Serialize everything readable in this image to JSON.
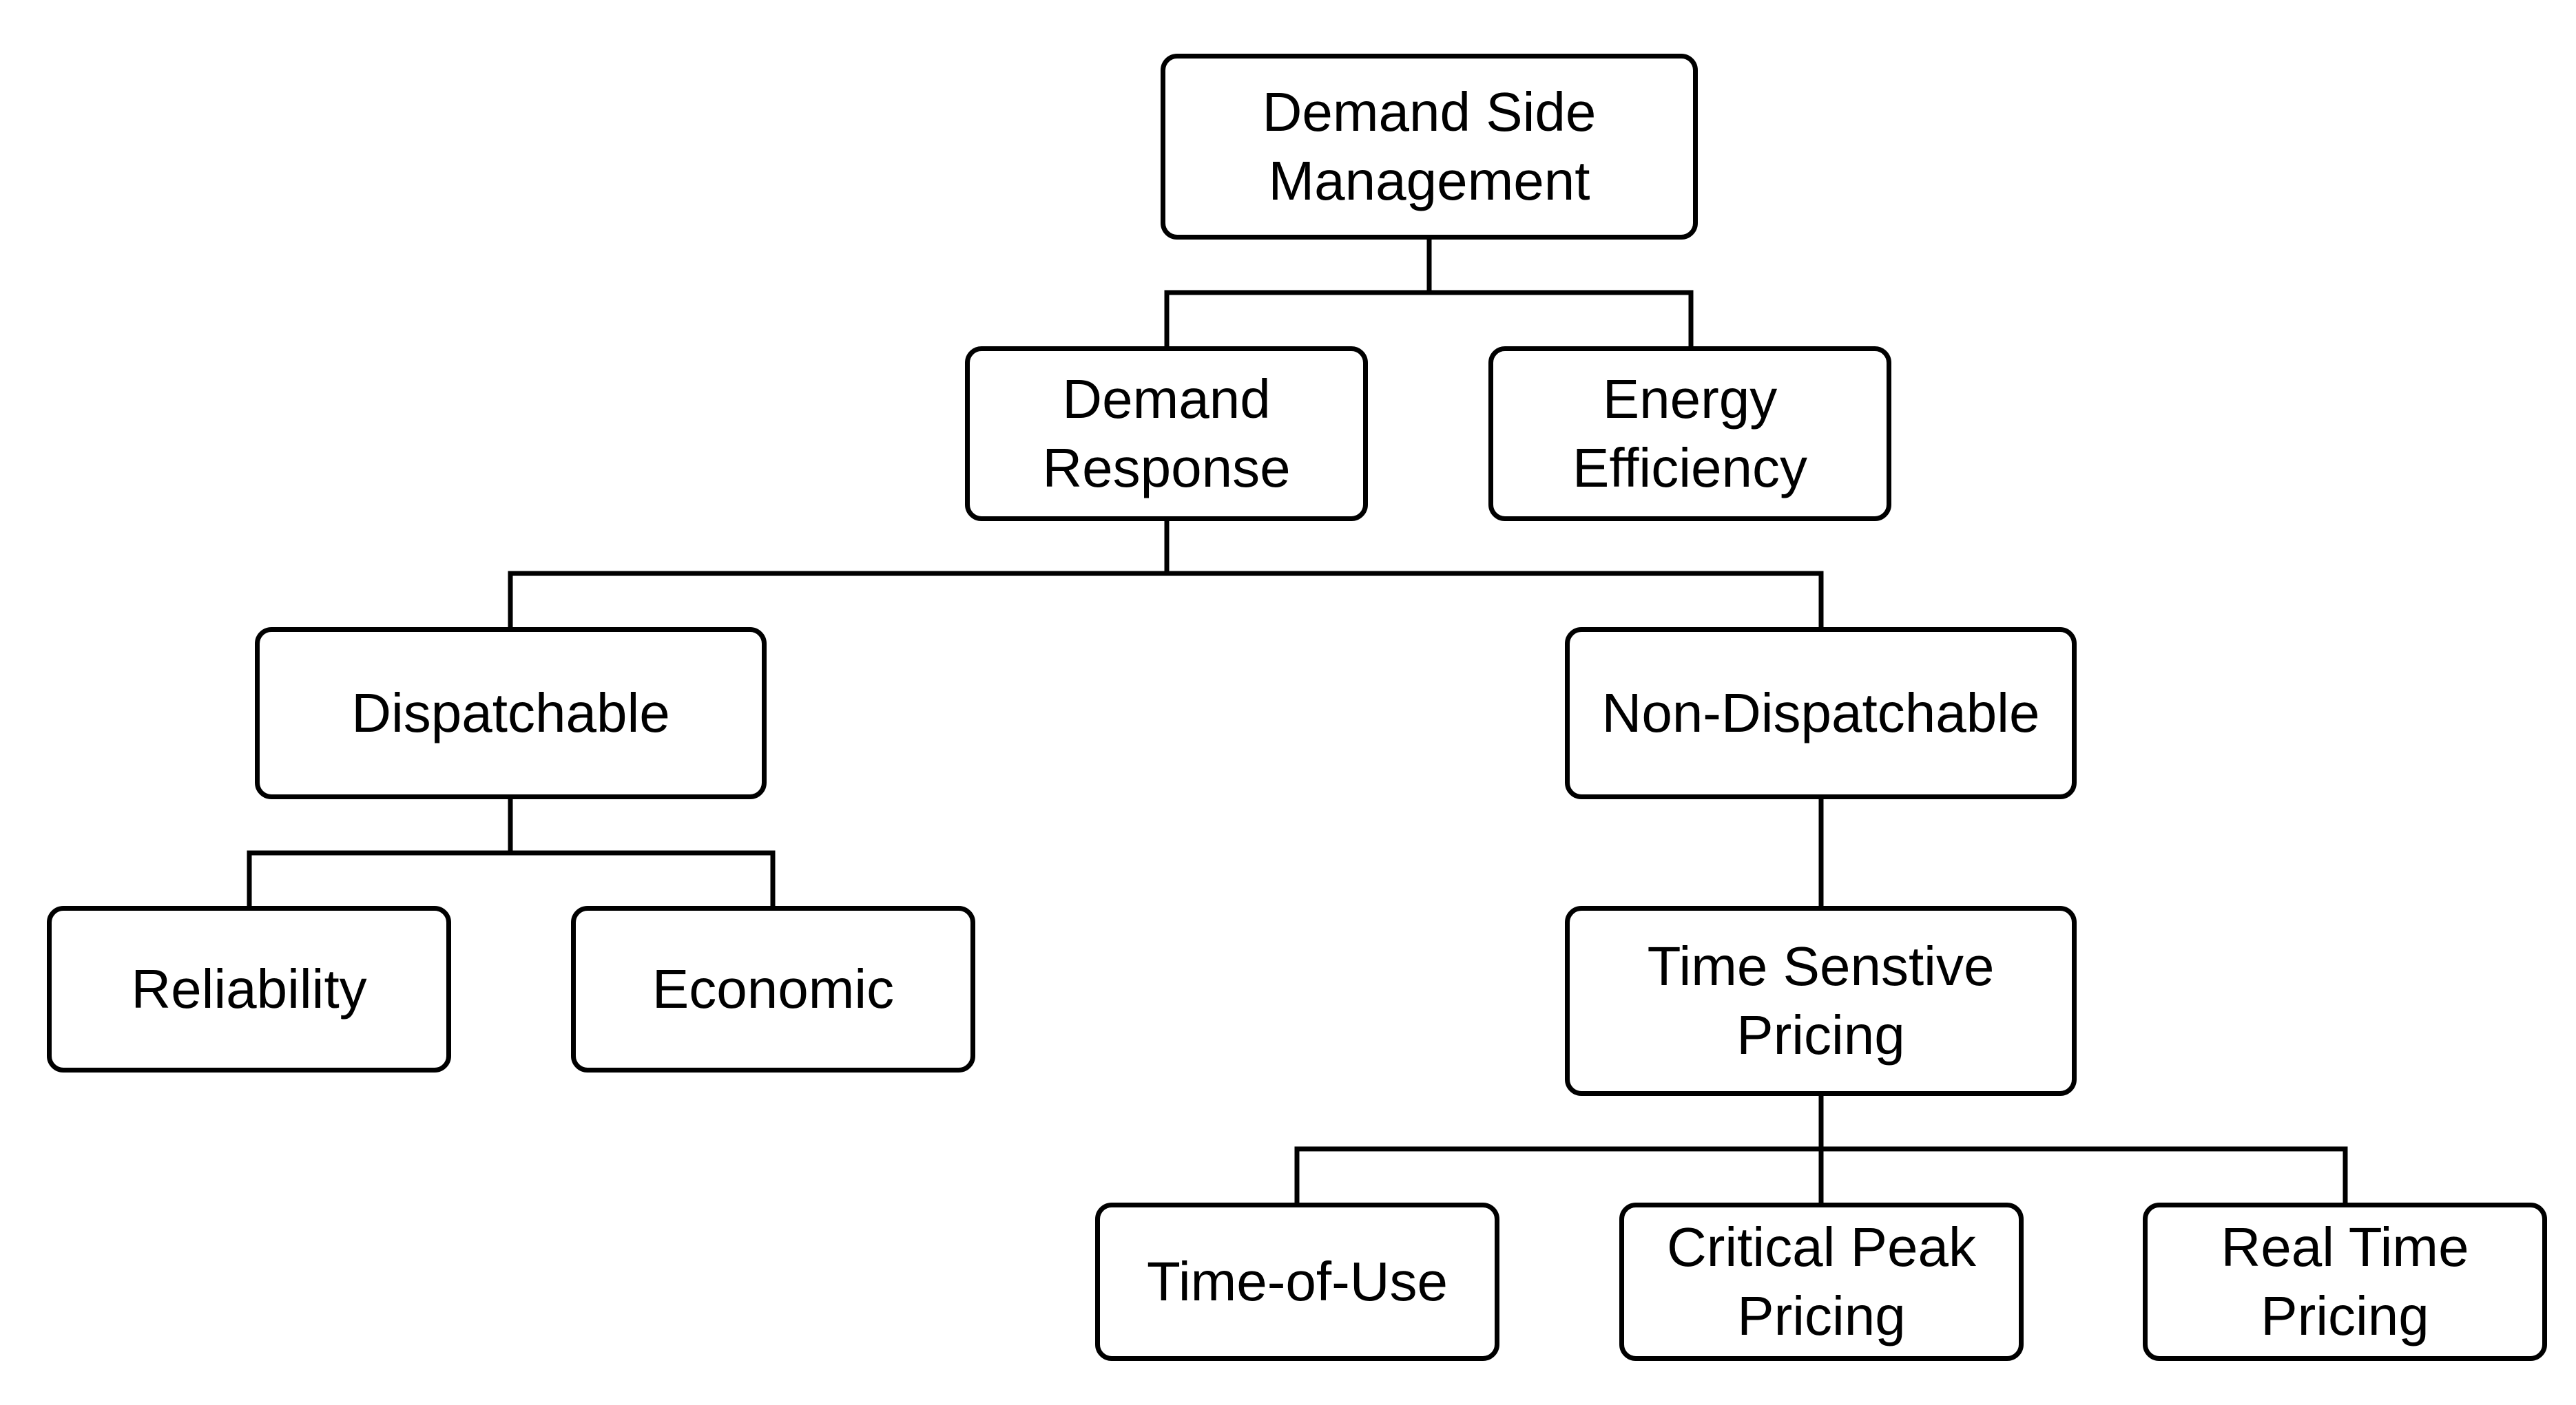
{
  "diagram": {
    "root": {
      "line1": "Demand Side",
      "line2": "Management"
    },
    "demand_response": {
      "line1": "Demand",
      "line2": "Response"
    },
    "energy_efficiency": {
      "line1": "Energy",
      "line2": "Efficiency"
    },
    "dispatchable": {
      "line1": "Dispatchable"
    },
    "non_dispatchable": {
      "line1": "Non-Dispatchable"
    },
    "reliability": {
      "line1": "Reliability"
    },
    "economic": {
      "line1": "Economic"
    },
    "time_sensitive_pricing": {
      "line1": "Time Senstive",
      "line2": "Pricing"
    },
    "time_of_use": {
      "line1": "Time-of-Use"
    },
    "critical_peak_pricing": {
      "line1": "Critical Peak",
      "line2": "Pricing"
    },
    "real_time_pricing": {
      "line1": "Real Time",
      "line2": "Pricing"
    },
    "edges": [
      [
        "root",
        "demand_response"
      ],
      [
        "root",
        "energy_efficiency"
      ],
      [
        "demand_response",
        "dispatchable"
      ],
      [
        "demand_response",
        "non_dispatchable"
      ],
      [
        "dispatchable",
        "reliability"
      ],
      [
        "dispatchable",
        "economic"
      ],
      [
        "non_dispatchable",
        "time_sensitive_pricing"
      ],
      [
        "time_sensitive_pricing",
        "time_of_use"
      ],
      [
        "time_sensitive_pricing",
        "critical_peak_pricing"
      ],
      [
        "time_sensitive_pricing",
        "real_time_pricing"
      ]
    ]
  }
}
